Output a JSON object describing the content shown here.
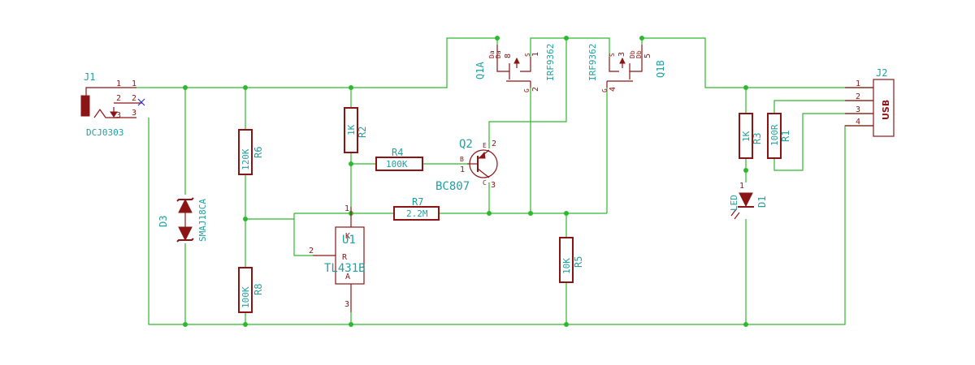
{
  "j1": {
    "ref": "J1",
    "value": "DCJ0303",
    "pins": [
      "1",
      "2",
      "3"
    ],
    "pin_labels": [
      "1",
      "2",
      "3"
    ]
  },
  "j2": {
    "ref": "J2",
    "value": "USB",
    "pins": [
      "1",
      "2",
      "3",
      "4"
    ]
  },
  "d3": {
    "ref": "D3",
    "value": "SMAJ18CA"
  },
  "r6": {
    "ref": "R6",
    "value": "120K"
  },
  "r8": {
    "ref": "R8",
    "value": "100K"
  },
  "r2": {
    "ref": "R2",
    "value": "1K"
  },
  "r4": {
    "ref": "R4",
    "value": "100K",
    "pin_b": "B",
    "pin_1": "1"
  },
  "r7": {
    "ref": "R7",
    "value": "2.2M"
  },
  "r5": {
    "ref": "R5",
    "value": "10K"
  },
  "r3": {
    "ref": "R3",
    "value": "1K"
  },
  "r1": {
    "ref": "R1",
    "value": "100R"
  },
  "d1": {
    "ref": "D1",
    "value": "LED",
    "pin_1": "1"
  },
  "q2": {
    "ref": "Q2",
    "value": "BC807",
    "pin_e": "E",
    "pin_2": "2",
    "pin_c": "C",
    "pin_3": "3"
  },
  "u1": {
    "ref": "U1",
    "value": "TL431B",
    "pin_k": "K",
    "pin_r": "R",
    "pin_a": "A",
    "pin_1": "1",
    "pin_2": "2",
    "pin_3": "3"
  },
  "q1a": {
    "ref": "Q1A",
    "value": "IRF9362",
    "pin_d": "Da",
    "pin_d2": "Da",
    "pin_8": "8",
    "pin_s": "S",
    "pin_1": "1",
    "pin_g": "G",
    "pin_2": "2"
  },
  "q1b": {
    "ref": "Q1B",
    "value": "IRF9362",
    "pin_s": "S",
    "pin_3": "3",
    "pin_d": "Db",
    "pin_d2": "Db",
    "pin_5": "5",
    "pin_g": "G",
    "pin_4": "4"
  },
  "colors": {
    "wire": "#2db92d",
    "part": "#8b1414",
    "text": "#22a0a0",
    "nc": "#3333cc"
  }
}
